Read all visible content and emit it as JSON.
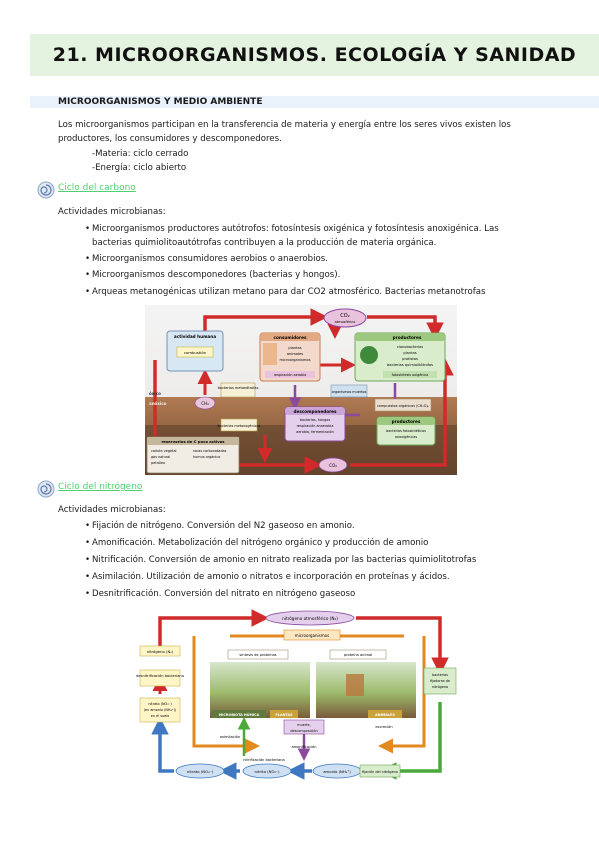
{
  "title": "21. MICROORGANISMOS. ECOLOGÍA Y SANIDAD",
  "section_heading": "MICROORGANISMOS Y MEDIO AMBIENTE",
  "intro": {
    "line1": "Los microorganismos participan en la transferencia de materia y energía entre los seres vivos existen los",
    "line2": "productores, los consumidores y descomponedores.",
    "materia": "-Materia: ciclo cerrado",
    "energia": "-Energía: ciclo abierto"
  },
  "carbon": {
    "heading": "Ciclo del carbono",
    "activities_label": "Actividades microbianas:",
    "bullet1_line1": "Microorganismos productores autótrofos: fotosíntesis oxigénica y fotosíntesis anoxigénica. Las",
    "bullet1_line2": "bacterias quimiolitoautótrofas contribuyen a la producción de materia orgánica.",
    "bullet2": "Microorganismos consumidores aerobios o anaerobios.",
    "bullet3": "Microorganismos descomponedores (bacterias y hongos).",
    "bullet4": "Arqueas metanogénicas utilizan metano para dar CO2 atmosférico. Bacterias metanotrofas",
    "diagram": {
      "co2_top": "CO₂",
      "co2_top_sub": "atmosférico",
      "human_title": "actividad humana",
      "human_item": "combustión",
      "consumers_title": "consumidores",
      "consumers_items": [
        "plantas",
        "animales",
        "microorganismos"
      ],
      "consumers_resp": "respiración aerobia",
      "producers_title": "productores",
      "producers_items": [
        "cianobacterias",
        "plantas",
        "protistas",
        "bacterias quimiolitótrofas"
      ],
      "producers_foto": "fotosíntesis oxigénica",
      "metanotrofas": "bacterias metanótrofas",
      "ch4": "CH₄",
      "organismos_muertos": "organismos muertos",
      "compuestos": "compuestos orgánicos (CH₂O)ₙ",
      "suelo_oxico": "óxico",
      "suelo_anoxico": "anóxico",
      "metanogenicas": "bacterias metanogénicas",
      "descomp_title": "descomponedores",
      "descomp_items": [
        "bacterias, hongos",
        "respiración anaerobia",
        "aerobia, fermentación"
      ],
      "productores2_title": "productores",
      "productores2_items": [
        "bacterias fotosintéticas",
        "anoxigénicas"
      ],
      "reservas_title": "reservorios de C poco activos",
      "reservas_items": [
        "carbón vegetal",
        "gas natural",
        "petróleo",
        "rocas carbonatadas",
        "humus orgánico"
      ],
      "co2_bottom": "CO₂"
    }
  },
  "nitrogen": {
    "heading": "Ciclo del nitrógeno",
    "activities_label": "Actividades microbianas:",
    "bullet1": "Fijación de nitrógeno. Conversión del N2 gaseoso en amonio.",
    "bullet2": "Amonificación. Metabolización del nitrógeno orgánico y producción de amonio",
    "bullet3": "Nitrificación. Conversión de amonio en nitrato realizada por las bacterias quimiolitotrofas",
    "bullet4": "Asimilación. Utilización de amonio o nitratos e incorporación en proteínas y ácidos.",
    "bullet5": "Desnitrificación. Conversión del nitrato en nitrógeno gaseoso",
    "diagram": {
      "n2_atm": "nitrógeno atmosférico (N₂)",
      "n2_left": "nitrógeno (N₂)",
      "desnitrif": "desnitrificación bacteriana",
      "nitrato_suelo_1": "nitrato (NO₃⁻)",
      "nitrato_suelo_2": "(en amonio (NH₄⁺))",
      "nitrato_suelo_3": "en el suelo",
      "microorg": "microorganismos",
      "sintesis_prot": "síntesis de proteínas",
      "proteina_animal": "proteína animal",
      "microbiota": "MICROBIOTA HÚMICA",
      "plantas": "PLANTAS",
      "animales": "ANIMALES",
      "bacterias_fijadoras_1": "bacterias",
      "bacterias_fijadoras_2": "fijadoras de",
      "bacterias_fijadoras_3": "nitrógeno",
      "asimilacion": "asimilación",
      "excrecion": "excreción",
      "muerte_1": "muerte,",
      "muerte_2": "descomposición",
      "amonificacion": "amonificación",
      "nitrif_label": "nitrificación bacteriana",
      "nitrato": "nitrato (NO₃⁻)",
      "nitrito": "nitrito (NO₂⁻)",
      "amonio": "amonio (NH₄⁺)",
      "fijacion": "fijación del nitrógeno"
    }
  }
}
